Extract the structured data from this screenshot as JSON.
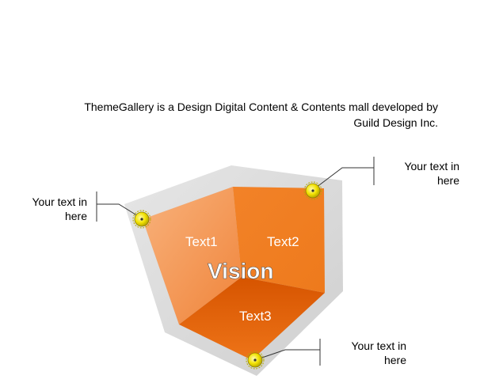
{
  "intro": {
    "line1": "ThemeGallery  is a Design Digital Content & Contents mall developed by",
    "line2": "Guild Design Inc."
  },
  "faces": {
    "text1": "Text1",
    "text2": "Text2",
    "text3": "Text3"
  },
  "center_label": "Vision",
  "callouts": {
    "left": "Your text in\nhere",
    "top_right": "Your text in\nhere",
    "bottom_right": "Your text in\nhere"
  },
  "colors": {
    "orange_light": "#f7a060",
    "orange_mid": "#f07a1e",
    "orange_dark": "#e05e00",
    "frame_gray": "#d8d8d8",
    "marker_yellow": "#f2e600"
  }
}
